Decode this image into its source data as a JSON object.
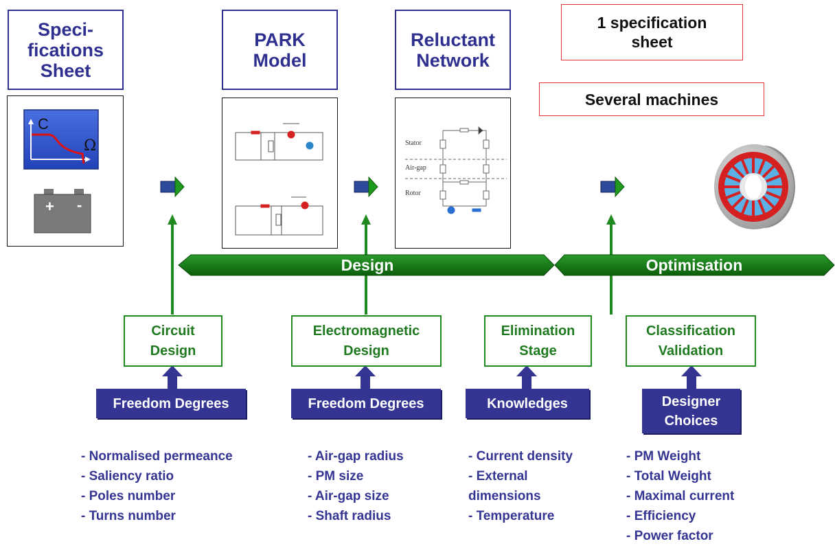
{
  "stages": {
    "spec_sheet": "Speci-\nfications\nSheet",
    "park_model": "PARK\nModel",
    "reluctant_network": "Reluctant\nNetwork"
  },
  "notes": {
    "one_spec": "1 specification\nsheet",
    "several": "Several machines"
  },
  "spec_icon": {
    "torque_axis": "C",
    "speed_axis": "Ω",
    "plus": "+",
    "minus": "-"
  },
  "reluctance_diagram": {
    "labels": [
      "Stator",
      "Air-gap",
      "Rotor"
    ]
  },
  "phases": {
    "design": "Design",
    "optimisation": "Optimisation"
  },
  "steps": [
    {
      "title": "Circuit\nDesign",
      "input": "Freedom Degrees",
      "items": [
        "- Normalised permeance",
        "- Saliency ratio",
        "- Poles number",
        "- Turns number"
      ]
    },
    {
      "title": "Electromagnetic\nDesign",
      "input": "Freedom Degrees",
      "items": [
        "- Air-gap radius",
        "- PM size",
        "- Air-gap size",
        "- Shaft radius"
      ]
    },
    {
      "title": "Elimination\nStage",
      "input": "Knowledges",
      "items": [
        "- Current density",
        "- External",
        "dimensions",
        "- Temperature"
      ]
    },
    {
      "title": "Classification\nValidation",
      "input": "Designer\nChoices",
      "items": [
        "- PM Weight",
        "- Total Weight",
        "- Maximal current",
        "- Efficiency",
        "- Power factor"
      ]
    }
  ],
  "colors": {
    "navy": "#2e2f8f",
    "green": "#1f8a1f",
    "red": "#e03030"
  }
}
